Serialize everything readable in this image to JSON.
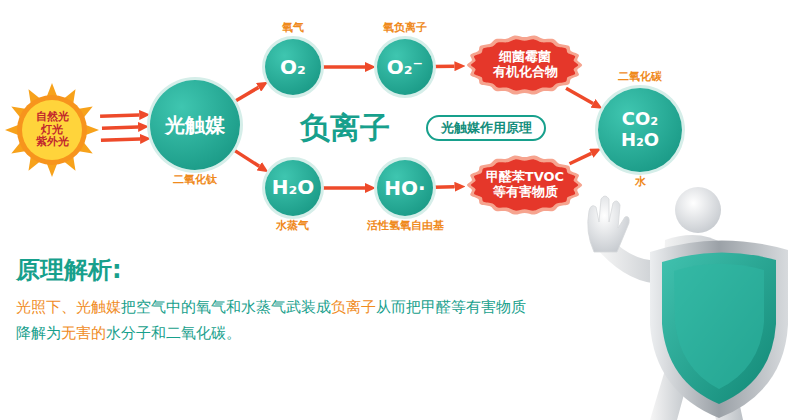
{
  "diagram": {
    "title": "原理解析:",
    "nodes": [
      {
        "text": [
          "自然光 灯光 紫外光"
        ]
      },
      {
        "text": [
          "光触媒",
          "二氧化钛"
        ]
      },
      {
        "text": [
          "氧气",
          "O₂"
        ]
      },
      {
        "text": [
          "氧负离子",
          "O₂⁻"
        ]
      },
      {
        "text": [
          "细菌霉菌 有机化合物"
        ]
      },
      {
        "text": [
          "H₂O",
          "水蒸气"
        ]
      },
      {
        "text": [
          "HO·",
          "活性氢氧自由基"
        ]
      },
      {
        "text": [
          "甲醛苯TVOC 等有害物质"
        ]
      },
      {
        "text": [
          "光触媒作用原理"
        ]
      },
      {
        "text": [
          "二氧化碳",
          "CO₂ H₂O",
          "水"
        ]
      }
    ],
    "edges": [
      {
        "from": 0,
        "to": 1,
        "arrow": "to"
      },
      {
        "from": 0,
        "to": 1,
        "arrow": "to"
      },
      {
        "from": 0,
        "to": 1,
        "arrow": "to"
      },
      {
        "from": 1,
        "to": 2,
        "arrow": "to"
      },
      {
        "from": 1,
        "to": 5,
        "arrow": "to"
      },
      {
        "from": 2,
        "to": 3,
        "arrow": "to"
      },
      {
        "from": 5,
        "to": 6,
        "arrow": "to"
      },
      {
        "from": 3,
        "to": 4,
        "arrow": "to"
      },
      {
        "from": 6,
        "to": 7,
        "arrow": "to"
      },
      {
        "from": 4,
        "to": 9,
        "arrow": "to"
      },
      {
        "from": 7,
        "to": 9,
        "arrow": "to"
      }
    ],
    "labels": [
      "负离子",
      "光照下、光触媒",
      "把空气中的氧气和水蒸气武装成",
      "负离子",
      "从而把甲醛等有害物质降解为",
      "无害的",
      "水分子和二氧化碳。"
    ]
  }
}
